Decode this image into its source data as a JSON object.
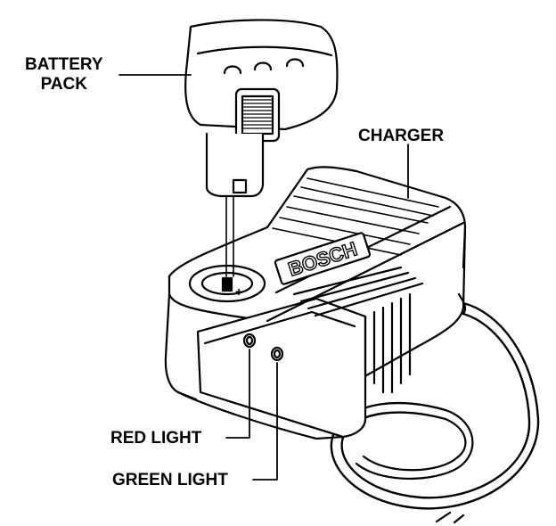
{
  "callouts": {
    "battery_line1": "BATTERY",
    "battery_line2": "PACK",
    "charger": "CHARGER",
    "red_light": "RED LIGHT",
    "green_light": "GREEN LIGHT"
  },
  "brand": {
    "logo_text": "BOSCH"
  },
  "polarity": {
    "plus": "+",
    "minus": "–"
  },
  "colors": {
    "ink": "#000000",
    "paper": "#ffffff"
  }
}
